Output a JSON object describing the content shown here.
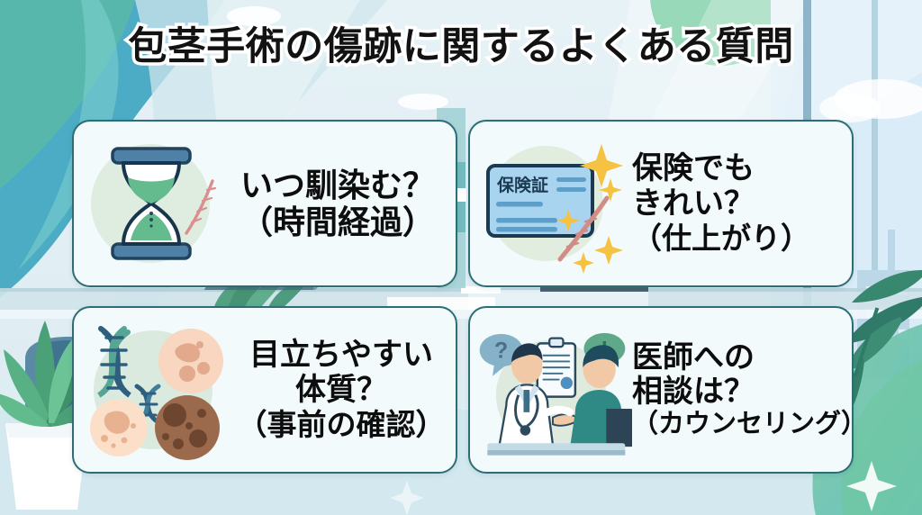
{
  "page": {
    "title": "包茎手術の傷跡に関するよくある質問",
    "theme_colors": {
      "card_bg": "#f2fafc",
      "card_border": "#2d6e76",
      "title_text": "#121212",
      "title_outline": "#ffffff",
      "accent_teal": "#7fc3c8",
      "accent_green": "#6bbd8e",
      "sparkle_gold": "#f5c242",
      "scar_pink": "#d98f8f"
    }
  },
  "decor": {
    "medical_cross": "medical-cross-icon",
    "background_scene": "clinic-room-window-plants"
  },
  "cards": [
    {
      "id": "card-timeline",
      "icon": "hourglass-icon",
      "icon_alt": "hourglass with green sand and scar line",
      "line1": "いつ馴染む？",
      "line2": "（時間経過）",
      "line3": ""
    },
    {
      "id": "card-insurance",
      "icon": "insurance-card-icon",
      "icon_alt": "insurance card with sparkles and scar line",
      "icon_label": "保険証",
      "line1": "保険でも",
      "line2": "きれい？",
      "line3": "（仕上がり）"
    },
    {
      "id": "card-constitution",
      "icon": "dna-skin-icon",
      "icon_alt": "DNA helix with skin sample circles",
      "line1": "目立ちやすい",
      "line2": "体質？",
      "line3": "（事前の確認）"
    },
    {
      "id": "card-consultation",
      "icon": "doctor-consultation-icon",
      "icon_alt": "doctor and patient with question and exclamation bubbles",
      "bubble_question": "?",
      "bubble_exclaim": "!",
      "line1": "医師への",
      "line2": "相談は？",
      "line3": "（カウンセリング）"
    }
  ]
}
